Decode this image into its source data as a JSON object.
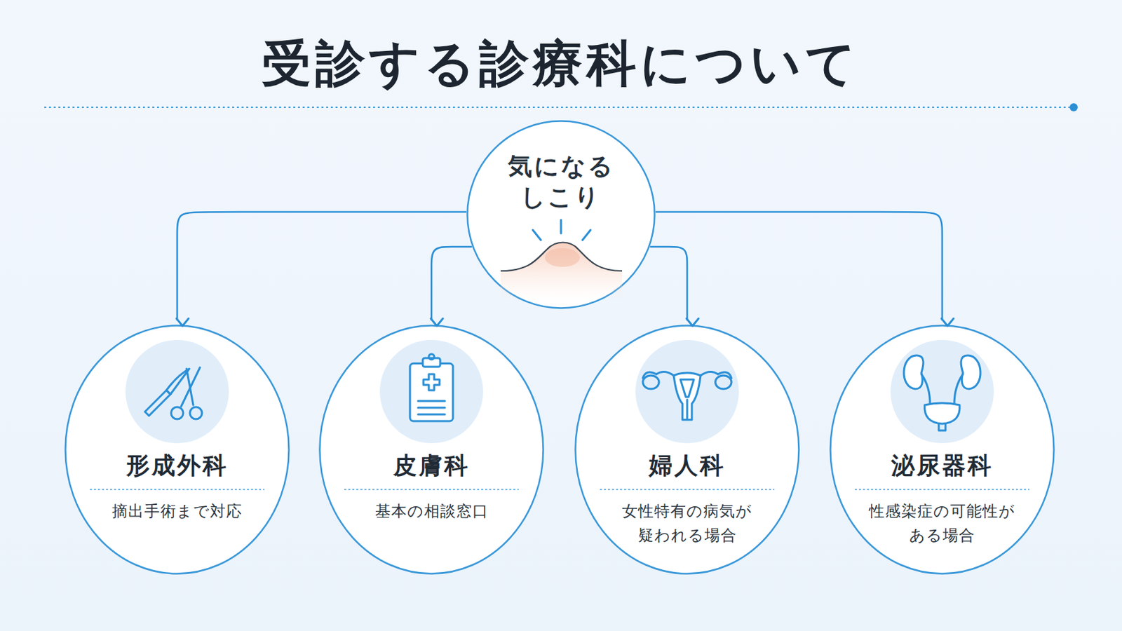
{
  "diagram": {
    "title": "受診する診療科について",
    "nodes": [
      {
        "text": [
          "気になる しこり"
        ]
      },
      {
        "text": [
          "形成外科",
          "摘出手術まで対応"
        ]
      },
      {
        "text": [
          "皮膚科",
          "基本の相談窓口"
        ]
      },
      {
        "text": [
          "婦人科",
          "女性特有の病気が 疑われる場合"
        ]
      },
      {
        "text": [
          "泌尿器科",
          "性感染症の可能性が ある場合"
        ]
      }
    ],
    "edges": [
      {
        "from": 0,
        "to": 1,
        "arrow": "to"
      },
      {
        "from": 0,
        "to": 2,
        "arrow": "to"
      },
      {
        "from": 0,
        "to": 3,
        "arrow": "to"
      },
      {
        "from": 0,
        "to": 4,
        "arrow": "to"
      }
    ]
  }
}
